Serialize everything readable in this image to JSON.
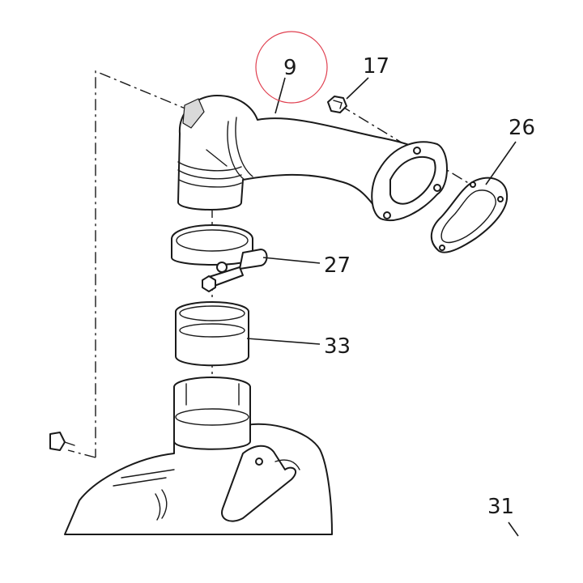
{
  "diagram": {
    "type": "exploded-parts-diagram",
    "highlight_color": "#e04050",
    "line_color": "#1a1a1a",
    "callouts": [
      {
        "id": "9",
        "label": "9",
        "highlighted": true
      },
      {
        "id": "17",
        "label": "17",
        "highlighted": false
      },
      {
        "id": "26",
        "label": "26",
        "highlighted": false
      },
      {
        "id": "27",
        "label": "27",
        "highlighted": false
      },
      {
        "id": "33",
        "label": "33",
        "highlighted": false
      },
      {
        "id": "31",
        "label": "31",
        "highlighted": false
      }
    ]
  }
}
